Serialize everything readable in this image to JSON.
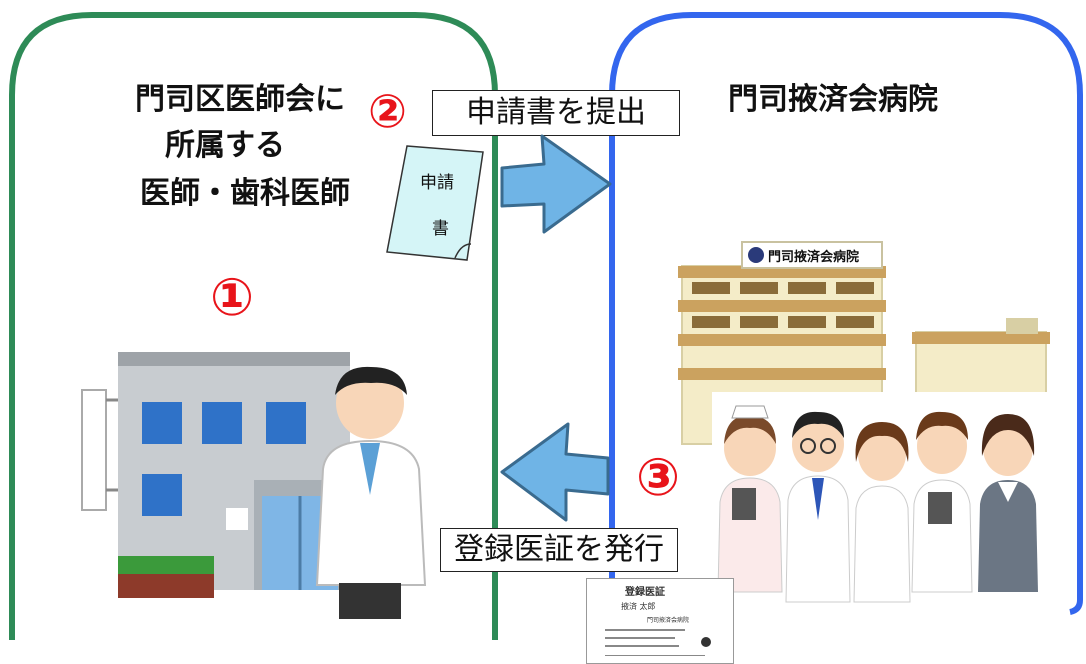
{
  "left": {
    "title_line1": "門司区医師会に",
    "title_line2": "所属する",
    "title_line3": "医師・歯科医師",
    "step": "①"
  },
  "right": {
    "title": "門司掖済会病院",
    "sign": "門司掖済会病院",
    "step": "③"
  },
  "step2": {
    "number": "②",
    "label": "申請書を提出"
  },
  "document": {
    "line1": "申請",
    "line2": "書"
  },
  "step3": {
    "label": "登録医証を発行"
  },
  "certificate": {
    "title": "登録医証",
    "name": "掖済 太郎",
    "issuer": "門司掖済会病院"
  },
  "colors": {
    "left_border": "#2e8b57",
    "right_border": "#3366ee",
    "arrow": "#6fb4e6",
    "step_number": "#e8141a"
  }
}
